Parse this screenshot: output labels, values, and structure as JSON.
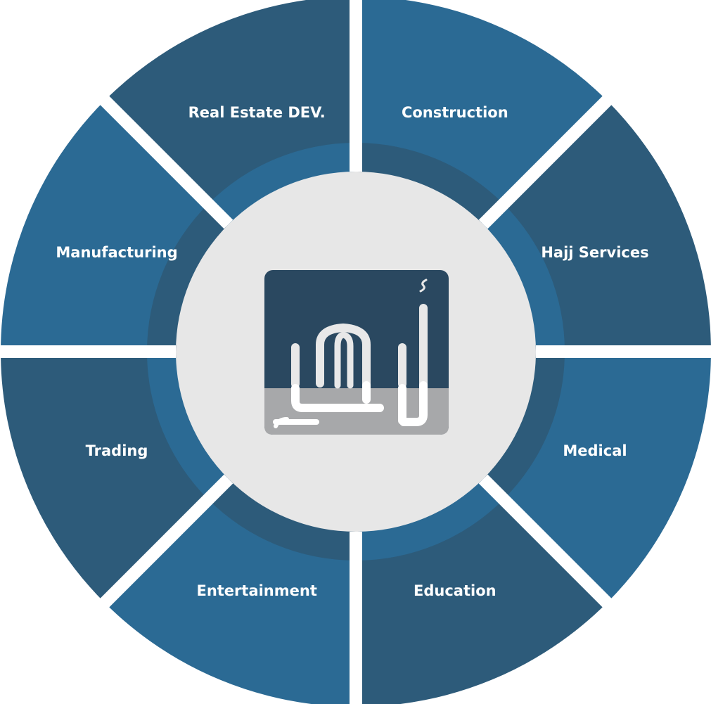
{
  "colors": {
    "segment_dark": "#2d5b7a",
    "segment_light": "#2b6a94",
    "ring_dark": "#2d5b7a",
    "ring_light": "#2b6a94",
    "center_fill": "#e7e7e7",
    "gap": "#ffffff",
    "logo_dark": "#2a4860",
    "logo_light": "#a7a8aa"
  },
  "center_logo": {
    "icon": "arabic-calligraphy-logo"
  },
  "segments": [
    {
      "label": "Construction",
      "tone": "light"
    },
    {
      "label": "Hajj Services",
      "tone": "dark"
    },
    {
      "label": "Medical",
      "tone": "light"
    },
    {
      "label": "Education",
      "tone": "dark"
    },
    {
      "label": "Entertainment",
      "tone": "light"
    },
    {
      "label": "Trading",
      "tone": "dark"
    },
    {
      "label": "Manufacturing",
      "tone": "light"
    },
    {
      "label": "Real Estate DEV.",
      "tone": "dark"
    }
  ]
}
